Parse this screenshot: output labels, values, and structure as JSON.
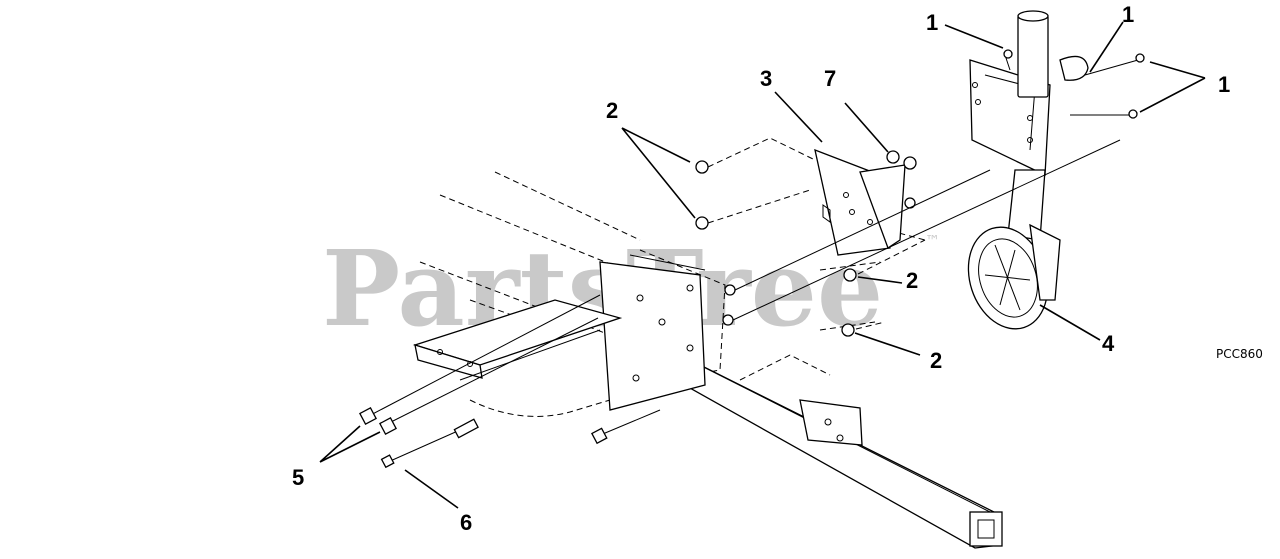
{
  "watermark": {
    "text": "PartsTree",
    "trademark": "™"
  },
  "figure_code": "PCC860",
  "callouts": [
    {
      "id": "1a",
      "label": "1"
    },
    {
      "id": "1b",
      "label": "1"
    },
    {
      "id": "1c",
      "label": "1"
    },
    {
      "id": "2a",
      "label": "2"
    },
    {
      "id": "2b",
      "label": "2"
    },
    {
      "id": "2c",
      "label": "2"
    },
    {
      "id": "3",
      "label": "3"
    },
    {
      "id": "4",
      "label": "4"
    },
    {
      "id": "5",
      "label": "5"
    },
    {
      "id": "6",
      "label": "6"
    },
    {
      "id": "7",
      "label": "7"
    }
  ]
}
